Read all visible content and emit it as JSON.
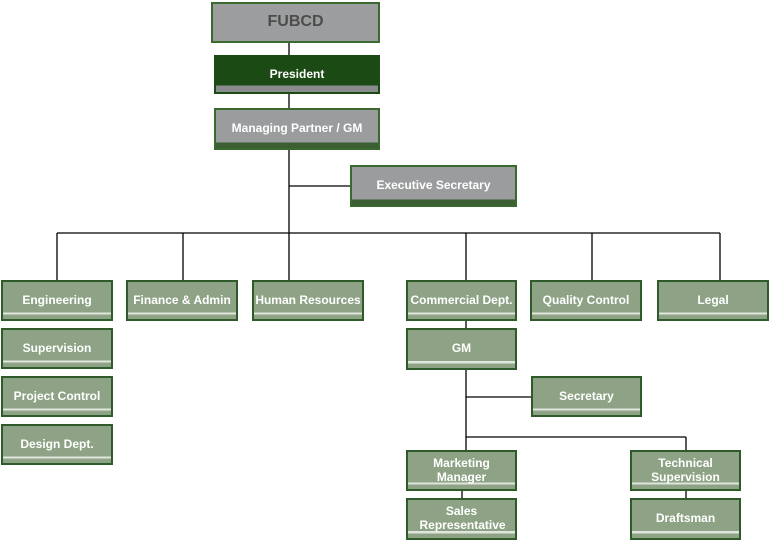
{
  "chart": {
    "root": "FUBCD",
    "president": "President",
    "managing_partner": "Managing Partner / GM",
    "executive_secretary": "Executive Secretary",
    "departments": {
      "engineering": "Engineering",
      "finance": "Finance & Admin",
      "hr": "Human Resources",
      "commercial": "Commercial Dept.",
      "quality": "Quality Control",
      "legal": "Legal"
    },
    "engineering_units": {
      "supervision": "Supervision",
      "project_control": "Project Control",
      "design": "Design Dept."
    },
    "commercial_units": {
      "gm": "GM",
      "secretary": "Secretary",
      "marketing_manager": "Marketing Manager",
      "sales_rep": "Sales Representative",
      "technical_supervision": "Technical Supervision",
      "draftsman": "Draftsman"
    }
  },
  "colors": {
    "box_green": "#8ea386",
    "border_green": "#2f5a2a",
    "president_fill": "#1b4a14",
    "box_gray": "#9b9c9d",
    "line": "#000000"
  }
}
